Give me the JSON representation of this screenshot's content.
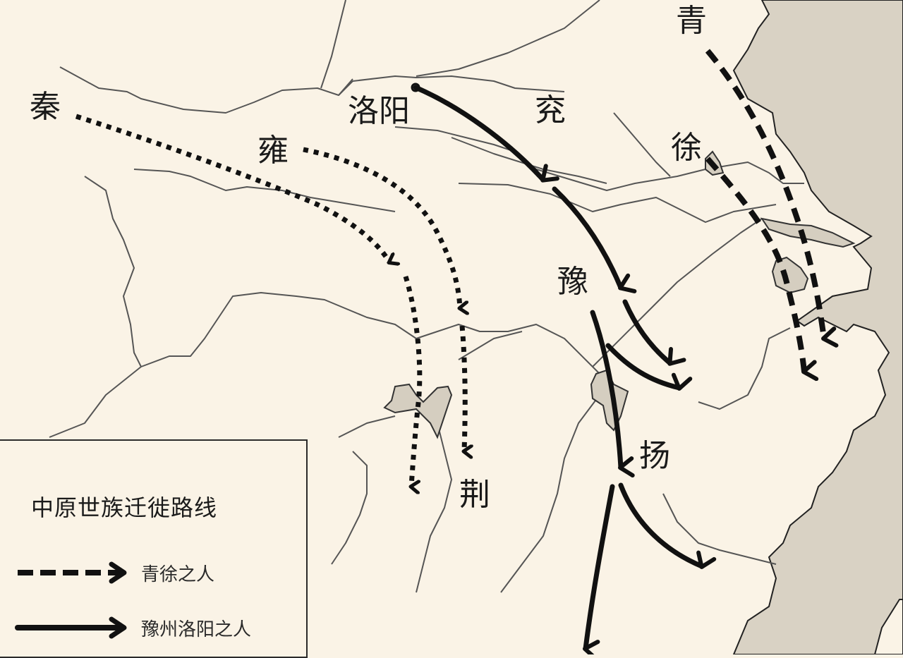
{
  "map": {
    "colors": {
      "land": "#FAF3E6",
      "sea": "#D9D2C4",
      "lake": "#D5CEC0",
      "river": "#555555",
      "arrow": "#111111"
    },
    "regions": {
      "qin": "秦",
      "yong": "雍",
      "luoyang": "洛阳",
      "yan": "兖",
      "qing": "青",
      "xu": "徐",
      "yu": "豫",
      "jing": "荆",
      "yang": "扬"
    }
  },
  "legend": {
    "title": "中原世族迁徙路线",
    "items": [
      {
        "style": "dashed",
        "label": "青徐之人"
      },
      {
        "style": "solid",
        "label": "豫州洛阳之人"
      }
    ]
  }
}
